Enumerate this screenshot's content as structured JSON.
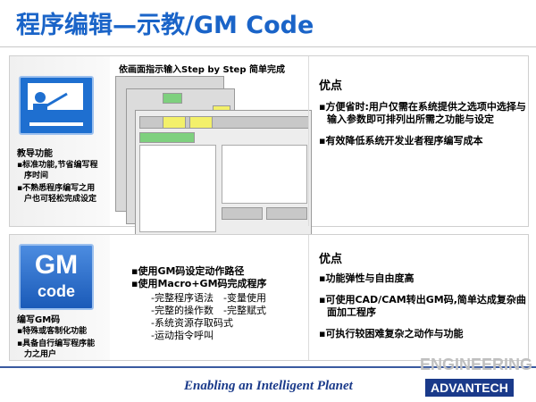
{
  "page": {
    "title": "程序编辑—示教/GM Code"
  },
  "top_section": {
    "label": "教导功能",
    "bullets": [
      "▪标准功能,节省编写程序时间",
      "▪不熟悉程序编写之用户也可轻松完成设定"
    ],
    "caption": "依画面指示输入Step by Step 简单完成",
    "advantages_title": "优点",
    "advantages": [
      "▪方便省时:用户仅需在系统提供之选项中选择与输入参数即可排列出所需之功能与设定",
      "▪有效降低系统开发业者程序编写成本"
    ]
  },
  "bottom_section": {
    "icon_text_1": "GM",
    "icon_text_2": "code",
    "label": "编写GM码",
    "bullets": [
      "▪特殊或客制化功能",
      "▪具备自行编写程序能力之用户"
    ],
    "mid_items": [
      "▪使用GM码设定动作路径",
      "▪使用Macro+GM码完成程序"
    ],
    "mid_subitems": [
      "-完整程序语法　-变量使用",
      "-完整的操作数　-完整赋式",
      "-系统资源存取码式",
      "-运动指令呼叫"
    ],
    "advantages_title": "优点",
    "advantages": [
      "▪功能弹性与自由度高",
      "▪可使用CAD/CAM转出GM码,简单达成复杂曲面加工程序",
      "▪可执行较困难复杂之动作与功能"
    ]
  },
  "footer": {
    "slogan": "Enabling an Intelligent Planet",
    "brand": "ADVANTECH",
    "watermark": "ENGINEERING"
  },
  "colors": {
    "title": "#1a64c8",
    "footer": "#1a3a8a",
    "icon": "#1e6fd0"
  }
}
